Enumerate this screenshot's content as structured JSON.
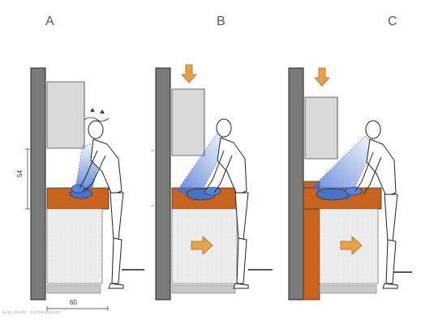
{
  "panels": [
    {
      "label": "A"
    },
    {
      "label": "B"
    },
    {
      "label": "C"
    }
  ],
  "dimensions": {
    "height": "54",
    "depth": "60"
  },
  "watermark": "Ergo Studio · Küchenplanung",
  "colors": {
    "wall": "#7a7a7a",
    "counter": "#c8641e",
    "cabinet_front": "#ebebeb",
    "upper_cabinet": "#d9d9d9",
    "light_beam": "#3e6fd0",
    "arrow": "#e6a24a",
    "plinth": "#c9c9c9"
  },
  "icons": [
    "arrow-down-icon",
    "arrow-right-icon",
    "dizzy-stars-icon"
  ]
}
